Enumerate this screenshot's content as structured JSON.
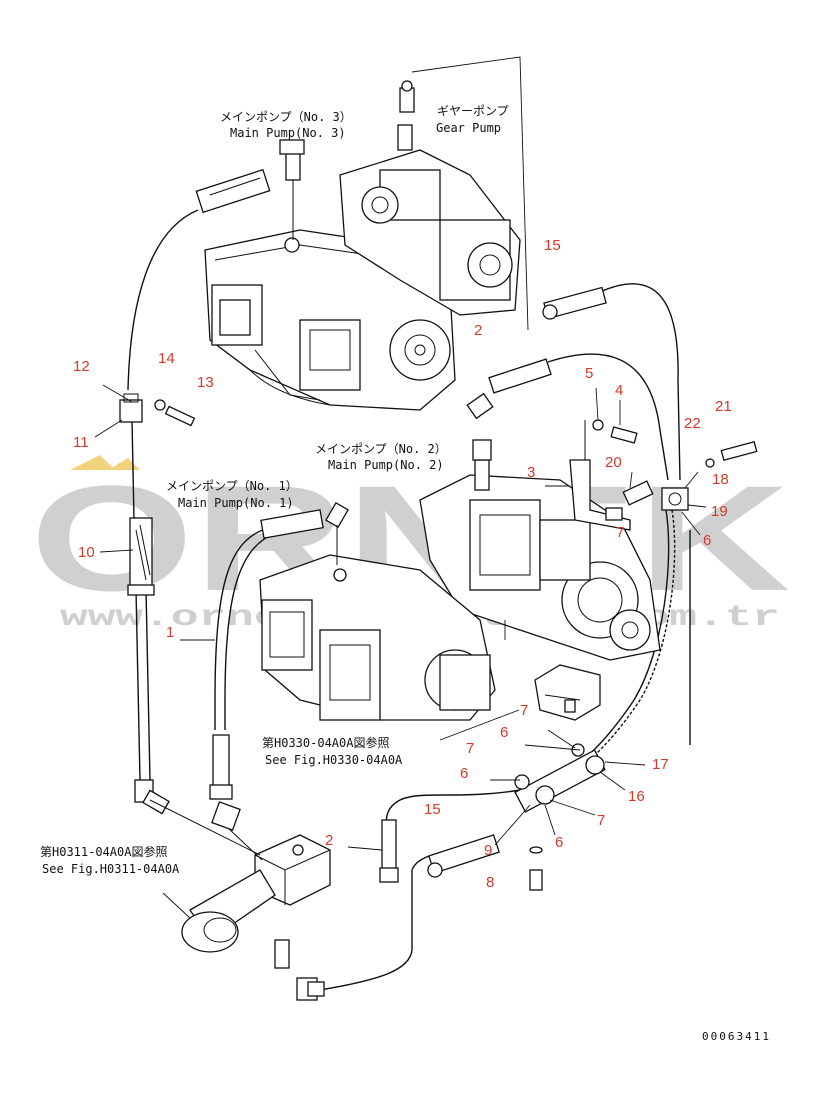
{
  "labels": {
    "main_pump_3_jp": "メインポンプ（No. 3）",
    "main_pump_3_en": "Main Pump(No. 3)",
    "gear_pump_jp": "ギヤーポンプ",
    "gear_pump_en": "Gear Pump",
    "main_pump_2_jp": "メインポンプ（No. 2）",
    "main_pump_2_en": "Main Pump(No. 2)",
    "main_pump_1_jp": "メインポンプ（No. 1）",
    "main_pump_1_en": "Main Pump(No. 1)",
    "ref_0330_jp": "第H0330-04A0A図参照",
    "ref_0330_en": "See Fig.H0330-04A0A",
    "ref_0311_jp": "第H0311-04A0A図参照",
    "ref_0311_en": "See Fig.H0311-04A0A",
    "drawing_code": "00063411"
  },
  "part_numbers": [
    "1",
    "2",
    "2",
    "3",
    "4",
    "5",
    "6",
    "6",
    "6",
    "6",
    "7",
    "7",
    "7",
    "7",
    "8",
    "9",
    "10",
    "11",
    "12",
    "13",
    "14",
    "15",
    "15",
    "16",
    "17",
    "18",
    "19",
    "20",
    "21",
    "22"
  ],
  "watermark": {
    "brand": "ORNEK",
    "url": "www.ornekmakinalari.com.tr"
  },
  "colors": {
    "line": "#111111",
    "part_number": "#d23a2a",
    "watermark": "#d0d0d0",
    "watermark_accent": "#f2d27a"
  }
}
